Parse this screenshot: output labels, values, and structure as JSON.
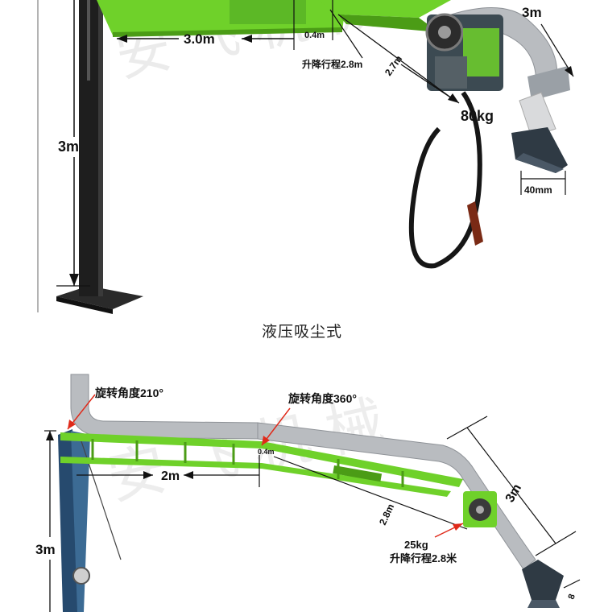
{
  "colors": {
    "boom_green": "#6fd12a",
    "boom_dark_green": "#4b9c16",
    "duct_silver": "#b9bcc0",
    "post_black": "#1e1e1e",
    "arrow_red": "#e02a1a",
    "hood_dark": "#2f3a44"
  },
  "top_figure": {
    "labels": {
      "boom_length": "3.0m",
      "offset": "0.4m",
      "lift_travel": "升降行程2.8m",
      "arm_length": "2.7m",
      "duct_length": "3m",
      "load": "80kg",
      "height": "3m",
      "hood_size": "40mm"
    },
    "icons": [
      "post-icon",
      "welder-unit-icon",
      "suction-hood-icon",
      "cable-coil-icon"
    ]
  },
  "caption": "液压吸尘式",
  "bottom_figure": {
    "labels": {
      "rotation_1": "旋转角度210°",
      "rotation_2": "旋转角度360°",
      "offset": "0.4m",
      "boom_length": "2m",
      "arm_length": "2.8m",
      "duct_length": "3m",
      "height": "3m",
      "load": "25kg",
      "lift_travel": "升降行程2.8米",
      "hood_size": "8"
    }
  }
}
